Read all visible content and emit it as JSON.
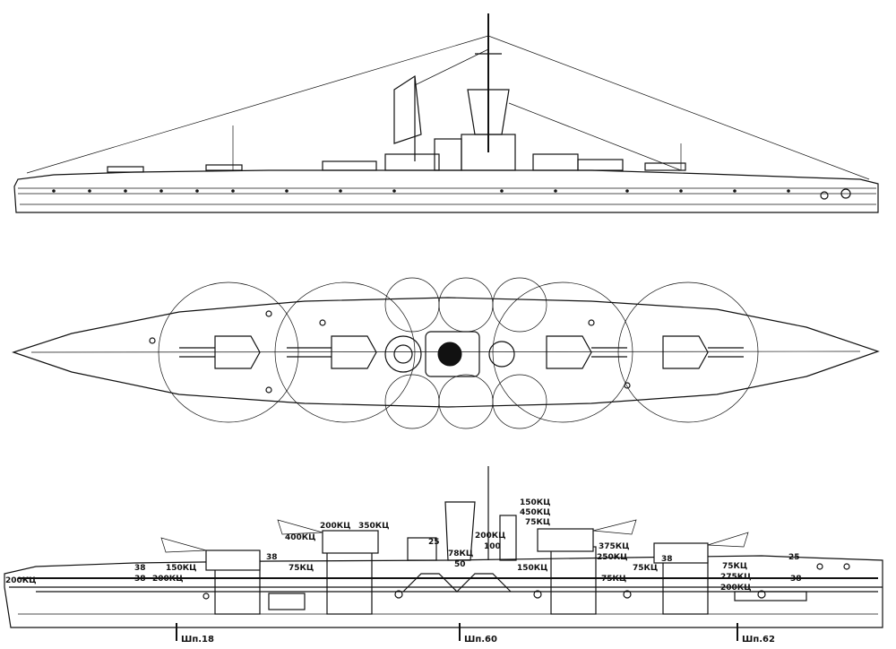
{
  "labels": {
    "bow_armor": "200КЦ",
    "a_38": "38",
    "a_150": "150КЦ",
    "a_200_low": "200КЦ",
    "a_38_low": "38",
    "a_75_left": "75КЦ",
    "a_400": "400КЦ",
    "a_200_mid": "200КЦ",
    "a_350": "350КЦ",
    "a_25_mid": "25",
    "a_78": "78КЦ",
    "a_50": "50",
    "a_200_funnel": "200КЦ",
    "a_100": "100",
    "a_150_top": "150КЦ",
    "a_450": "450КЦ",
    "a_75_top": "75КЦ",
    "a_150_bridge": "150КЦ",
    "a_375": "375КЦ",
    "a_250": "250КЦ",
    "a_75_mid": "75КЦ",
    "a_38_right": "38",
    "a_75_right": "75КЦ",
    "a_25_right": "25",
    "a_75_stern": "75КЦ",
    "a_275": "275КЦ",
    "a_200_stern": "200КЦ",
    "a_38_stern": "38"
  },
  "frames": [
    {
      "label": "Шп.18"
    },
    {
      "label": "Шп.60"
    },
    {
      "label": "Шп.62"
    }
  ]
}
